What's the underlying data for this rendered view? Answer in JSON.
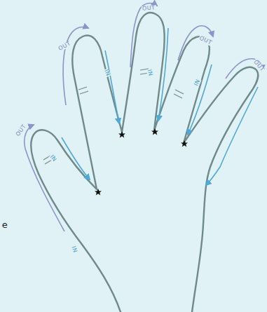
{
  "diagram": {
    "labels": [
      "OUT",
      "IN",
      "IN",
      "OUT",
      "IN",
      "OUT",
      "IN",
      "OUT",
      "IN",
      "OUT",
      "e"
    ]
  }
}
